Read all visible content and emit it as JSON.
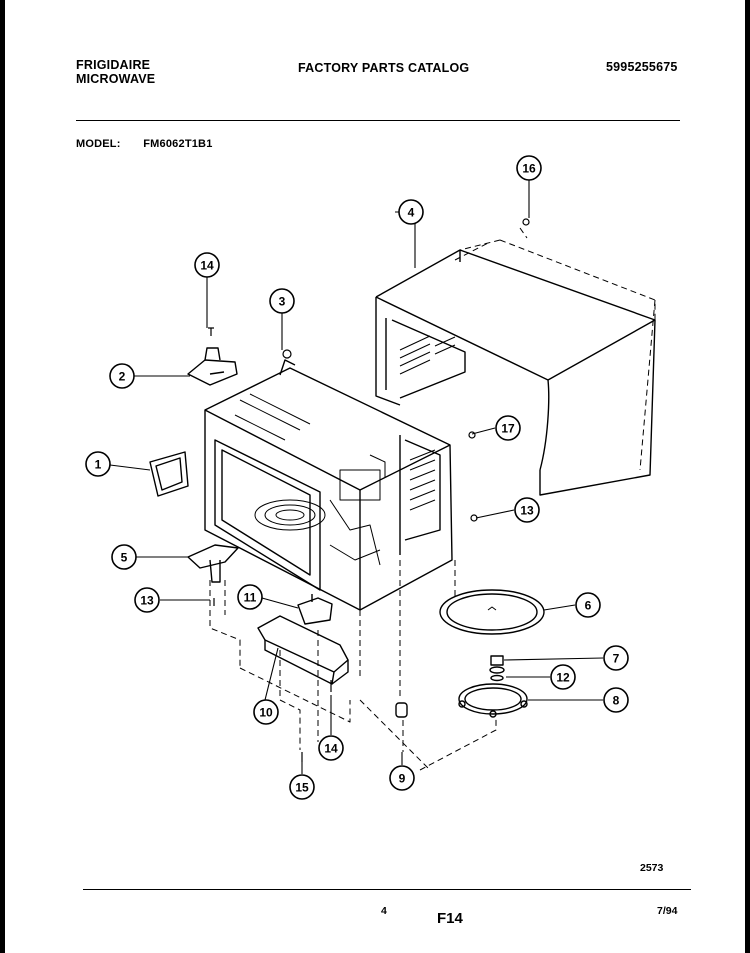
{
  "header": {
    "brand_line1": "FRIGIDAIRE",
    "brand_line2": "MICROWAVE",
    "title": "FACTORY PARTS CATALOG",
    "catalog_number": "5995255675",
    "model_label": "MODEL:",
    "model_number": "FM6062T1B1"
  },
  "footer": {
    "code": "2573",
    "page": "4",
    "figure": "F14",
    "date": "7/94"
  },
  "callouts": [
    {
      "id": "c1",
      "label": "1"
    },
    {
      "id": "c2",
      "label": "2"
    },
    {
      "id": "c3",
      "label": "3"
    },
    {
      "id": "c4",
      "label": "4"
    },
    {
      "id": "c5",
      "label": "5"
    },
    {
      "id": "c6",
      "label": "6"
    },
    {
      "id": "c7",
      "label": "7"
    },
    {
      "id": "c8",
      "label": "8"
    },
    {
      "id": "c9",
      "label": "9"
    },
    {
      "id": "c10",
      "label": "10"
    },
    {
      "id": "c11",
      "label": "11"
    },
    {
      "id": "c12",
      "label": "12"
    },
    {
      "id": "c13a",
      "label": "13"
    },
    {
      "id": "c13b",
      "label": "13"
    },
    {
      "id": "c14a",
      "label": "14"
    },
    {
      "id": "c14b",
      "label": "14"
    },
    {
      "id": "c15",
      "label": "15"
    },
    {
      "id": "c16",
      "label": "16"
    },
    {
      "id": "c17",
      "label": "17"
    }
  ]
}
